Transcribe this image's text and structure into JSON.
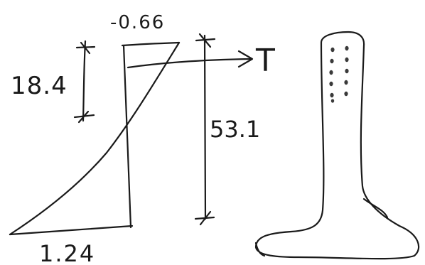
{
  "diagram": {
    "labels": {
      "top_value": "-0.66",
      "bottom_value": "1.24",
      "short_dimension": "18.4",
      "long_dimension": "53.1",
      "arrow_label": "T"
    }
  }
}
